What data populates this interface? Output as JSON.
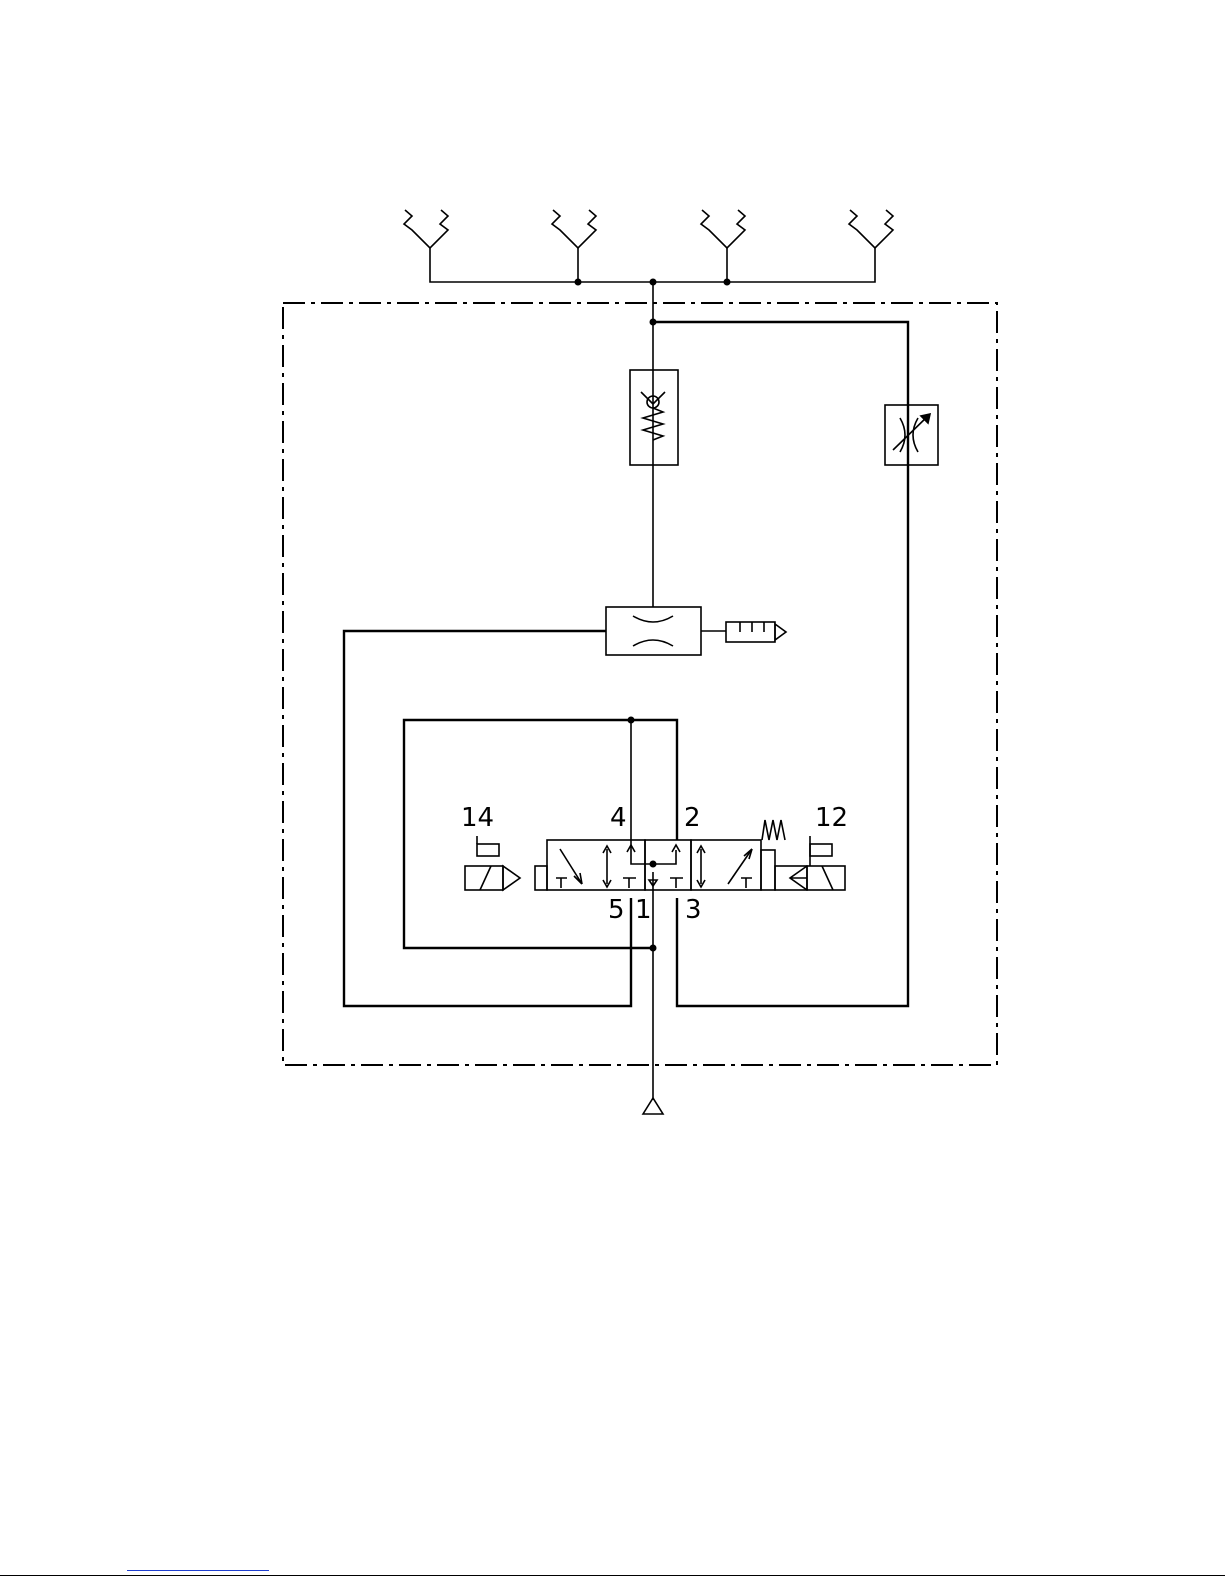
{
  "diagram": {
    "ports": {
      "pilot_14": "14",
      "port_4": "4",
      "port_2": "2",
      "pilot_12": "12",
      "port_5": "5",
      "port_1": "1",
      "port_3": "3"
    },
    "colors": {
      "line": "#000000",
      "background": "#ffffff",
      "link": "#1f3fd0"
    },
    "symbols": [
      "vacuum-suction-cup-icon",
      "check-valve-icon",
      "adjustable-throttle-icon",
      "vacuum-ejector-icon",
      "silencer-icon",
      "solenoid-valve-5-3-icon",
      "pressure-source-icon"
    ]
  }
}
